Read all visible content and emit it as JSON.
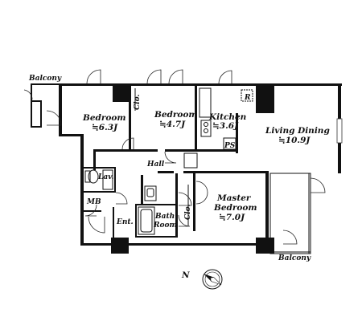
{
  "rooms": {
    "balcony_top": "Balcony",
    "bedroom1": {
      "name": "Bedroom",
      "size": "≒6.3J"
    },
    "closet1": "Clo.",
    "bedroom2": {
      "name": "Bedroom",
      "size": "≒4.7J"
    },
    "kitchen": {
      "name": "Kitchen",
      "size": "≒3.6J"
    },
    "refrigerator": "R",
    "living_dining": {
      "name": "Living Dining",
      "size": "≒10.9J"
    },
    "ps": "PS",
    "hall": "Hall",
    "lavatory": "Lav.",
    "mb": "MB",
    "entrance": "Ent.",
    "bath_room": {
      "line1": "Bath",
      "line2": "Room"
    },
    "closet2": "Clo.",
    "master_bedroom": {
      "name": "Master",
      "line2": "Bedroom",
      "size": "≒7.0J"
    },
    "balcony_bottom": "Balcony"
  },
  "compass": {
    "label": "N"
  },
  "colors": {
    "wall": "#111111",
    "background": "#ffffff"
  }
}
